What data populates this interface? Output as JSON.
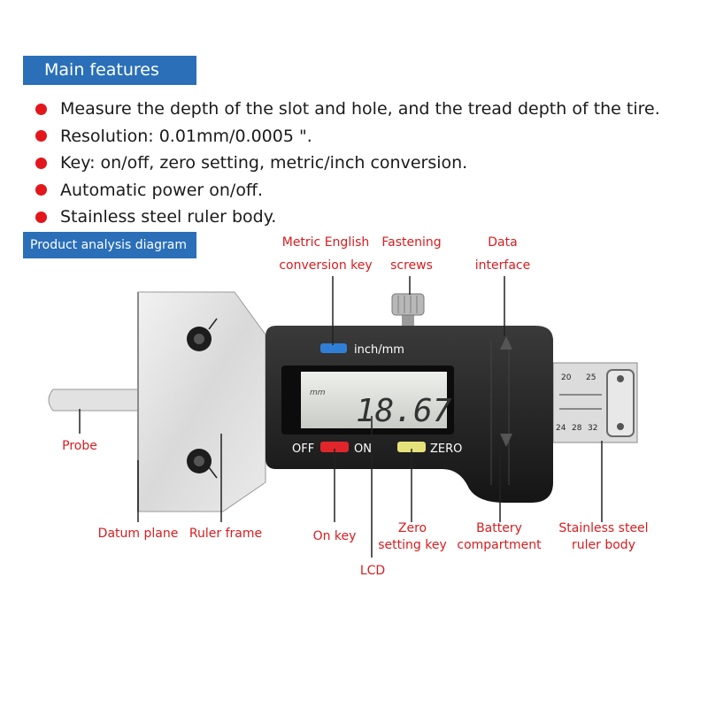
{
  "header": {
    "title": "Main features",
    "features": [
      "Measure the depth of the slot and hole, and the tread depth of the tire.",
      "Resolution: 0.01mm/0.0005 \".",
      "Key: on/off, zero setting, metric/inch conversion.",
      "Automatic power on/off.",
      "Stainless steel ruler body."
    ]
  },
  "diagram": {
    "title": "Product analysis diagram",
    "device": {
      "unit_key_label": "inch/mm",
      "off_label": "OFF",
      "on_label": "ON",
      "zero_label": "ZERO",
      "lcd_unit": "mm",
      "lcd_reading": "18.67",
      "scale_top": [
        "20",
        "25"
      ],
      "scale_bottom": [
        "24",
        "28",
        "32"
      ]
    },
    "labels": {
      "metric_english_1": "Metric English",
      "metric_english_2": "conversion key",
      "fastening_1": "Fastening",
      "fastening_2": "screws",
      "data_1": "Data",
      "data_2": "interface",
      "probe": "Probe",
      "datum_plane": "Datum plane",
      "ruler_frame": "Ruler frame",
      "on_key": "On key",
      "lcd": "LCD",
      "zero_1": "Zero",
      "zero_2": "setting key",
      "battery_1": "Battery",
      "battery_2": "compartment",
      "stainless_1": "Stainless steel",
      "stainless_2": "ruler body"
    },
    "colors": {
      "banner": "#2a6fb8",
      "bullet": "#e3161b",
      "label": "#d81c1f",
      "unit_key": "#2f7fd6",
      "on_key": "#e0262a",
      "zero_key": "#e6e27a"
    }
  }
}
